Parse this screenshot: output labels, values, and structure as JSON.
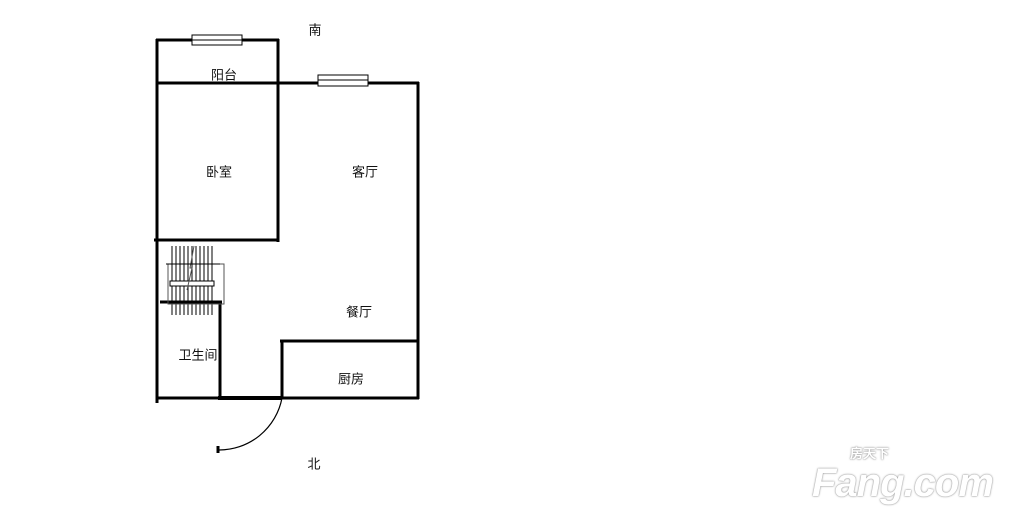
{
  "plan": {
    "compass_south": "南",
    "compass_north": "北",
    "rooms": {
      "balcony": "阳台",
      "bedroom": "卧室",
      "living_room": "客厅",
      "dining_room": "餐厅",
      "bathroom": "卫生间",
      "kitchen": "厨房"
    }
  },
  "watermark": {
    "brand": "Fang.com",
    "brand_cn": "房天下"
  },
  "colors": {
    "wall": "#000000",
    "background": "#ffffff"
  }
}
